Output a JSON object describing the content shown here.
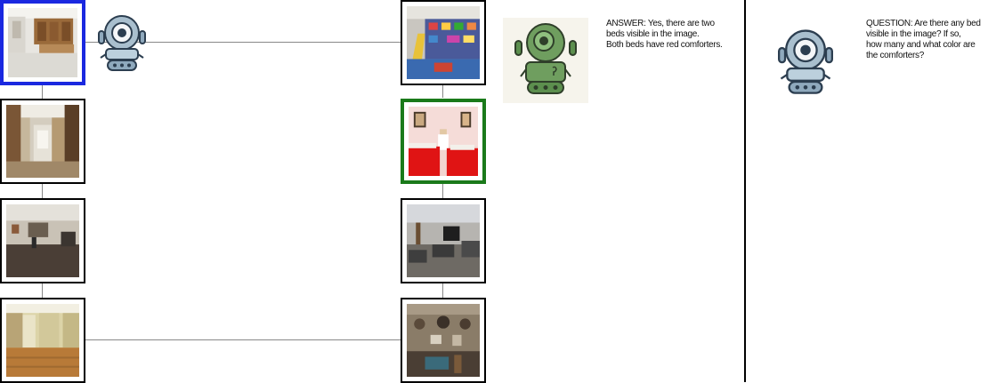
{
  "answer_panel": {
    "lines": [
      "ANSWER: Yes, there are two",
      "beds visible in the image.",
      "Both beds have red comforters."
    ]
  },
  "question_panel": {
    "lines": [
      "QUESTION: Are there any bed",
      "visible in the image? If so,",
      "how many and what color are",
      "the comforters?"
    ]
  },
  "colors": {
    "start_highlight": "#1a28e0",
    "answer_highlight": "#1a7a1a",
    "robot_blue": "#8fa9bd",
    "robot_green": "#5c8f4e"
  },
  "icons": [
    "robot-icon",
    "robot-icon-green",
    "robot-icon"
  ]
}
